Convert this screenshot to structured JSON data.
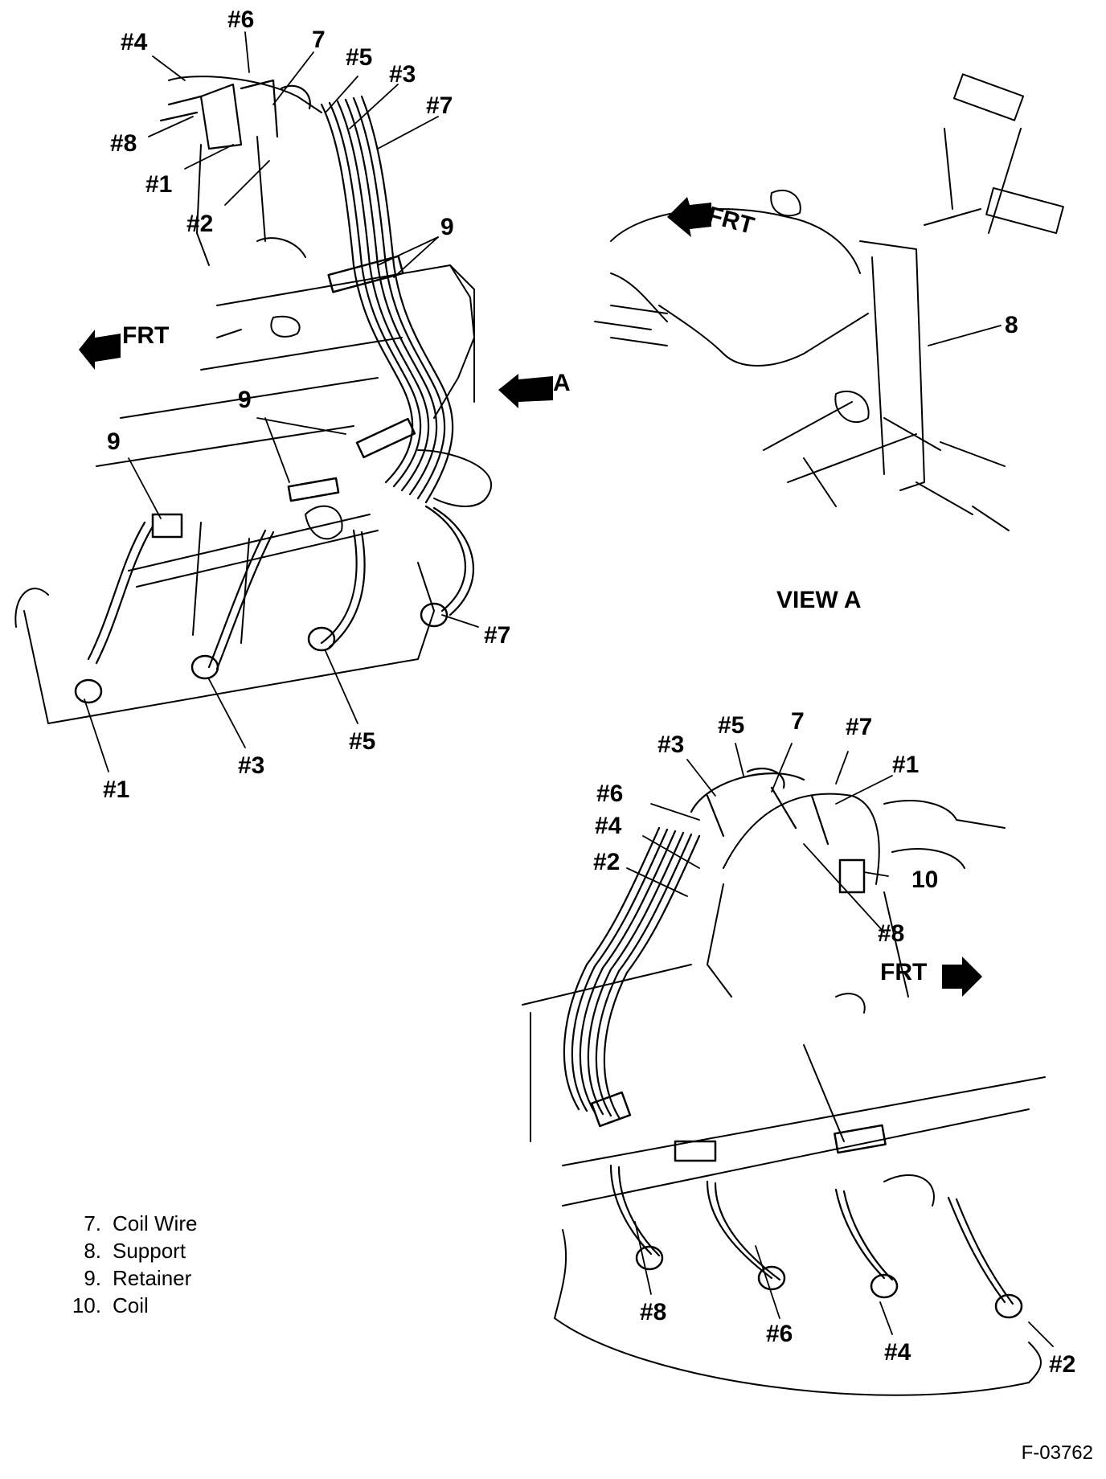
{
  "diagram": {
    "view_a_title": "VIEW A",
    "figure_id": "F-03762",
    "frt_label": "FRT",
    "a_label": "A",
    "legend": [
      {
        "num": "7.",
        "text": "Coil Wire"
      },
      {
        "num": "8.",
        "text": "Support"
      },
      {
        "num": "9.",
        "text": "Retainer"
      },
      {
        "num": "10.",
        "text": "Coil"
      }
    ],
    "callouts": {
      "upper_left": {
        "c4": "#4",
        "c6": "#6",
        "c7": "7",
        "c5": "#5",
        "c3": "#3",
        "c7w": "#7",
        "c8": "#8",
        "c1": "#1",
        "c2": "#2",
        "c9a": "9",
        "c9b": "9",
        "c9c": "9",
        "p1": "#1",
        "p3": "#3",
        "p5": "#5",
        "p7": "#7"
      },
      "view_a": {
        "c8": "8"
      },
      "lower_right": {
        "c3": "#3",
        "c5": "#5",
        "c7": "7",
        "c7w": "#7",
        "c1": "#1",
        "c6": "#6",
        "c4": "#4",
        "c2": "#2",
        "c10": "10",
        "c8": "#8",
        "p8": "#8",
        "p6": "#6",
        "p4": "#4",
        "p2": "#2"
      }
    },
    "colors": {
      "ink": "#000000",
      "paper": "#ffffff"
    },
    "icons": [
      "front-direction-arrow-icon",
      "view-a-arrow-icon"
    ]
  }
}
